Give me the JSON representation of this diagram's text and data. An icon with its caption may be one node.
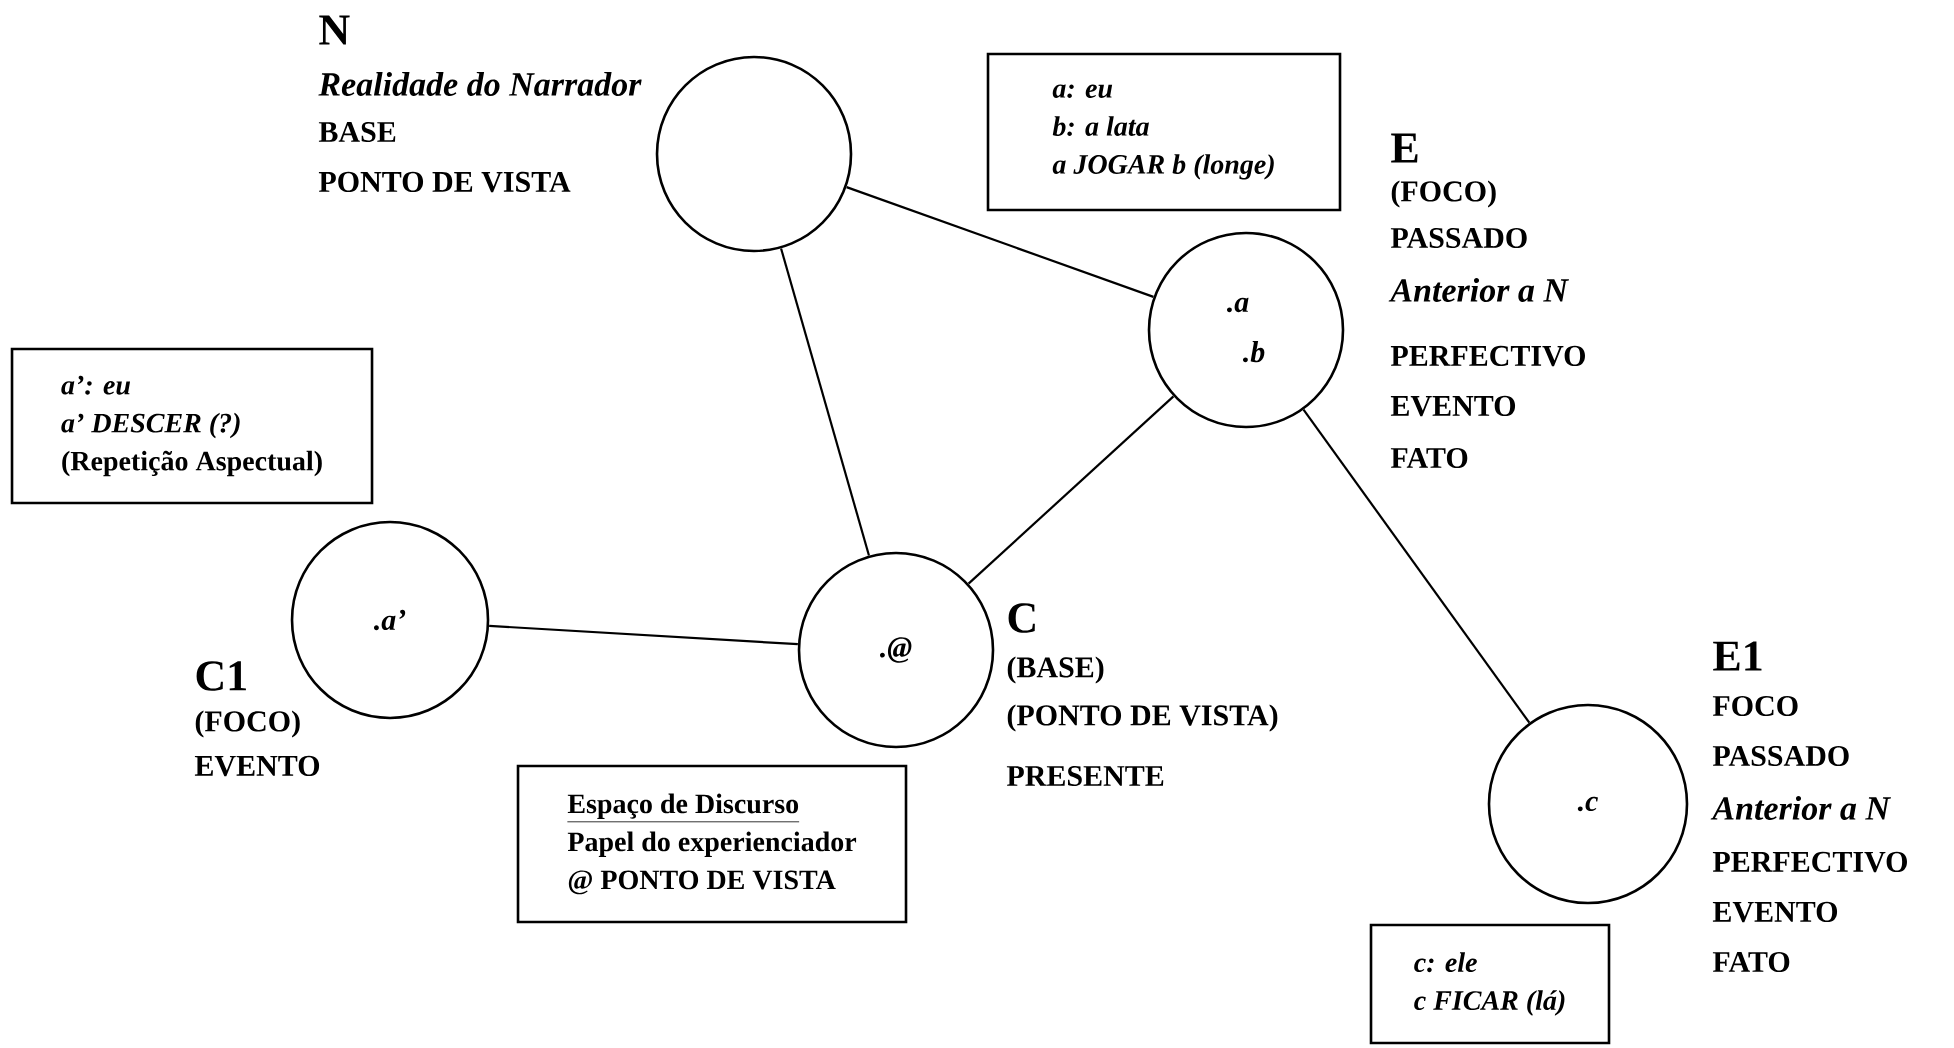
{
  "diagram": {
    "nodes": [
      {
        "text": [],
        "shape": "circle",
        "beside": [
          "N",
          "Realidade do Narrador",
          "BASE",
          "PONTO DE VISTA"
        ]
      },
      {
        "text": [
          "a: eu",
          "b: a lata",
          "a JOGAR b (longe)"
        ]
      },
      {
        "text": [
          ".a",
          ".b"
        ],
        "beside": [
          "E",
          "(FOCO)",
          "PASSADO",
          "Anterior a N",
          "PERFECTIVO",
          "EVENTO",
          "FATO"
        ]
      },
      {
        "text": [
          "a’: eu",
          "a’ DESCER (?)",
          "(Repetição Aspectual)"
        ]
      },
      {
        "text": [
          ".a’"
        ],
        "beside": [
          "C1",
          "(FOCO)",
          "EVENTO"
        ]
      },
      {
        "text": [
          ".@"
        ],
        "beside": [
          "C",
          "(BASE)",
          "(PONTO DE VISTA)",
          "PRESENTE"
        ]
      },
      {
        "text": [
          "Espaço de Discurso",
          "Papel do experienciador",
          "@ PONTO DE VISTA"
        ]
      },
      {
        "text": [
          ".c"
        ],
        "beside": [
          "E1",
          "FOCO",
          "PASSADO",
          "Anterior a N",
          "PERFECTIVO",
          "EVENTO",
          "FATO"
        ]
      },
      {
        "text": [
          "c: ele",
          "c FICAR (lá)"
        ]
      }
    ],
    "edges": [
      {
        "from": 0,
        "to": 2,
        "arrow": "none"
      },
      {
        "from": 0,
        "to": 5,
        "arrow": "none"
      },
      {
        "from": 2,
        "to": 5,
        "arrow": "none"
      },
      {
        "from": 2,
        "to": 7,
        "arrow": "none"
      },
      {
        "from": 4,
        "to": 5,
        "arrow": "none"
      }
    ]
  }
}
